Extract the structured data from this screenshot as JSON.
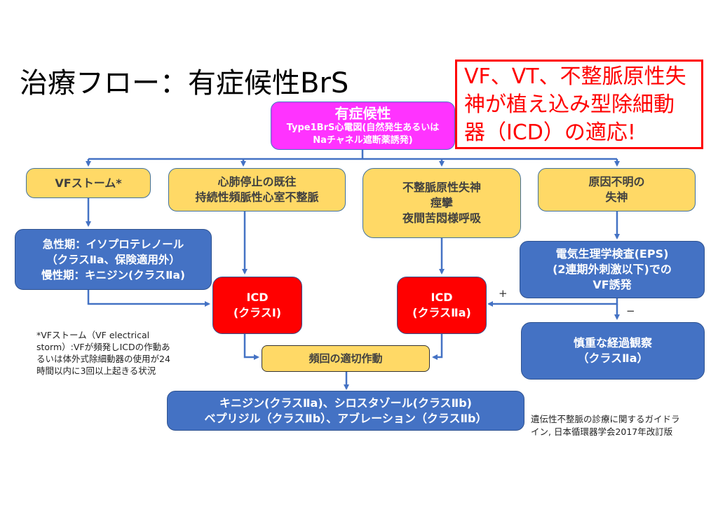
{
  "slide": {
    "title": "治療フロー：有症候性BrS",
    "callout": {
      "lines": [
        "VF、VT、不整脈原性失",
        "神が植え込み型除細動",
        "器（ICD）の適応!"
      ],
      "color": "#ff0000"
    }
  },
  "flowchart": {
    "root": {
      "heading": "有症候性",
      "line1": "Type1BrS心電図(自然発生あるいは",
      "line2": "Naチャネル遮断薬誘発)",
      "color": "#ff33ff"
    },
    "conditions": [
      {
        "lines": [
          "VFストーム*"
        ]
      },
      {
        "lines": [
          "心肺停止の既往",
          "持続性頻脈性心室不整脈"
        ]
      },
      {
        "lines": [
          "不整脈原性失神",
          "痙攣",
          "夜間苦悶様呼吸"
        ]
      },
      {
        "lines": [
          "原因不明の",
          "失神"
        ]
      }
    ],
    "vf_storm_treatment": {
      "lines": [
        "急性期：イソプロテレノール",
        "（クラスⅡa、保険適用外）",
        "慢性期：キニジン(クラスⅡa)"
      ]
    },
    "eps": {
      "lines": [
        "電気生理学検査(EPS)",
        "(2連期外刺激以下)での",
        "VF誘発"
      ]
    },
    "observation": {
      "lines": [
        "慎重な経過観察",
        "（クラスⅡa）"
      ]
    },
    "icd_class1": {
      "lines": [
        "ICD",
        "(クラスⅠ)"
      ]
    },
    "icd_class2a": {
      "lines": [
        "ICD",
        "(クラスⅡa)"
      ]
    },
    "frequent_shocks": {
      "label": "頻回の適切作動"
    },
    "final_treatment": {
      "lines": [
        "キニジン(クラスⅡa)、シロスタゾール(クラスⅡb)",
        "ベプリジル（クラスⅡb）、アブレーション（クラスⅡb）"
      ]
    },
    "edge_labels": {
      "positive": "+",
      "negative": "−"
    },
    "colors": {
      "yellow": "#ffd966",
      "blue": "#4472c4",
      "red": "#ff0000",
      "connector": "#4472c4"
    }
  },
  "footnote": {
    "lines": [
      "*VFストーム（VF electrical",
      "storm）:VFが頻発しICDの作動あ",
      "るいは体外式除細動器の使用が24",
      "時間以内に3回以上起きる状況"
    ]
  },
  "source": {
    "lines": [
      "遺伝性不整脈の診療に関するガイドラ",
      "イン, 日本循環器学会2017年改訂版"
    ]
  }
}
